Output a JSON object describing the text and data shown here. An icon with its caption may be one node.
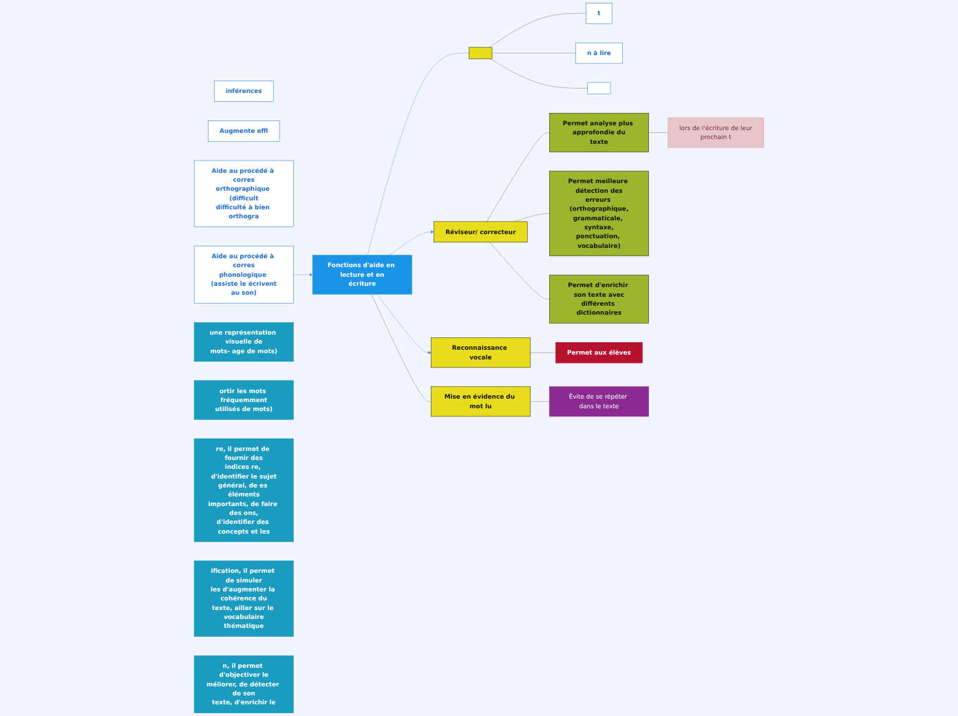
{
  "diagram": {
    "nodes": [
      {
        "text": [
          "Fonctions d'aide en lecture et en écriture"
        ]
      },
      {
        "text": [],
        "shape": "box"
      },
      {
        "text": [
          "t"
        ]
      },
      {
        "text": [
          "n à lire"
        ]
      },
      {
        "text": [],
        "shape": "box"
      },
      {
        "text": [
          "inférences"
        ]
      },
      {
        "text": [
          "Permet analyse plus approfondie du texte"
        ]
      },
      {
        "text": [
          "lors de l'écriture de leur prochain t"
        ]
      },
      {
        "text": [
          "Permet meilleure détection des erreurs (orthographique, grammaticale, syntaxe, ponctuation, vocabulaire)"
        ]
      },
      {
        "text": [
          "Réviseur/ correcteur"
        ]
      },
      {
        "text": [
          "Permet d'enrichir son texte avec différents dictionnaires"
        ]
      },
      {
        "text": [
          "Augmente effi"
        ]
      },
      {
        "text": [
          "Aide au procédé à corres orthographique (difficult difficulté à bien orthogra"
        ]
      },
      {
        "text": [
          "Aide au procédé à corres phonologique (assiste le écrivent au son)"
        ]
      },
      {
        "text": [
          "une représentation visuelle de mots- age de mots)"
        ]
      },
      {
        "text": [
          "ortir les mots fréquemment utilisés de mots)"
        ]
      },
      {
        "text": [
          "re, il permet de fournir des indices re, d'identifier le sujet général, de es éléments importants, de faire des ons, d'identifier des concepts et les"
        ]
      },
      {
        "text": [
          "ification, il permet de simuler les d'augmenter la cohérence du texte, ailler sur le vocabulaire thématique"
        ]
      },
      {
        "text": [
          "n, il permet d'objectiver le méliorer, de détecter de son texte, d'enrichir le"
        ]
      },
      {
        "text": [
          "Reconnaissance vocale"
        ]
      },
      {
        "text": [
          "Permet aux élèves"
        ]
      },
      {
        "text": [
          "Mise en évidence du mot lu"
        ]
      },
      {
        "text": [
          "Évite de se répéter dans le texte"
        ]
      }
    ],
    "edges": [
      {
        "from": 1,
        "to": 4,
        "arrow": "none"
      },
      {
        "from": 1,
        "to": 2,
        "arrow": "none"
      },
      {
        "from": 1,
        "to": 3,
        "arrow": "none"
      },
      {
        "from": 0,
        "to": 1,
        "arrow": "none",
        "style": "dashed",
        "color": "#4a90e2"
      },
      {
        "from": 9,
        "to": 6,
        "arrow": "none"
      },
      {
        "from": 6,
        "to": 7,
        "arrow": "none"
      },
      {
        "from": 9,
        "to": 8,
        "arrow": "none"
      },
      {
        "from": 9,
        "to": 10,
        "arrow": "none"
      },
      {
        "from": 0,
        "to": 9,
        "arrow": "to",
        "style": "dashed",
        "color": "#4a90e2"
      },
      {
        "from": 13,
        "to": 0,
        "arrow": "to",
        "style": "dashed",
        "color": "#4a90e2"
      },
      {
        "from": 0,
        "to": 19,
        "arrow": "to",
        "style": "dashed",
        "color": "#4a90e2"
      },
      {
        "from": 19,
        "to": 20,
        "arrow": "none"
      },
      {
        "from": 0,
        "to": 21,
        "arrow": "none"
      },
      {
        "from": 21,
        "to": 22,
        "arrow": "none"
      }
    ]
  }
}
